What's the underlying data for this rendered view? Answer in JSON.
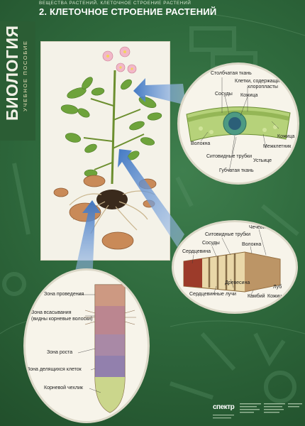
{
  "header": {
    "subtitle": "ВЕЩЕСТВА РАСТЕНИЙ. КЛЕТОЧНОЕ СТРОЕНИЕ РАСТЕНИЙ",
    "title": "2. КЛЕТОЧНОЕ СТРОЕНИЕ РАСТЕНИЙ"
  },
  "side": {
    "title": "БИОЛОГИЯ",
    "subtitle": "УЧЕБНОЕ ПОСОБИЕ"
  },
  "leaf_section": {
    "labels": [
      "Столбчатая ткань",
      "Клетки, содержащие",
      "хлоропласты",
      "Сосуды",
      "Кожица",
      "Кожица",
      "Волокна",
      "Межклетник",
      "Ситовидные трубки",
      "Устьице",
      "Губчатая ткань"
    ]
  },
  "stem_section": {
    "labels": [
      "Чечевичка",
      "Ситовидные трубки",
      "Сосуды",
      "Волокна",
      "Сердцевина",
      "Древесина",
      "Луб",
      "Сердцевинные лучи",
      "Камбий",
      "Кожица"
    ]
  },
  "root_section": {
    "labels": [
      "Зона проведения",
      "Зона всасывания",
      "(видны корневые волоски)",
      "Зона роста",
      "Зона делящихся клеток",
      "Корневой чехлик"
    ]
  },
  "footer": {
    "logo": "спектр"
  },
  "colors": {
    "background": "#2f6a3d",
    "accent_arrow": "#3a73c2"
  }
}
